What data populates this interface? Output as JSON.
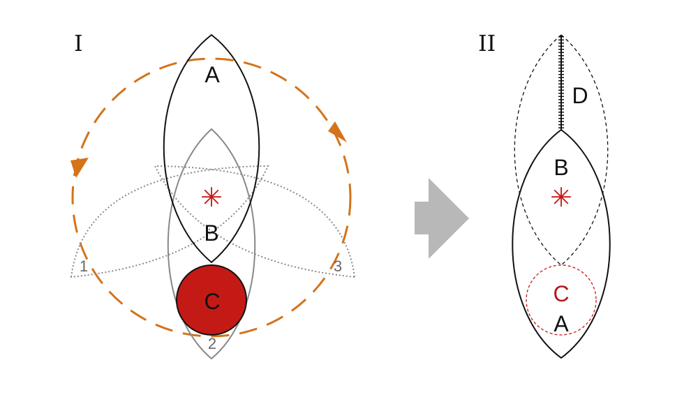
{
  "panel_left": {
    "title": "I",
    "labels": {
      "a": "A",
      "b": "B",
      "c": "C"
    },
    "position_numbers": [
      "1",
      "2",
      "3"
    ],
    "center_mark": "✳"
  },
  "panel_right": {
    "title": "II",
    "labels": {
      "d": "D",
      "b": "B",
      "c": "C",
      "a": "A"
    },
    "center_mark": "✳"
  },
  "colors": {
    "orange_arrow": "#d4731a",
    "red": "#c41a16",
    "gray_arrow": "#b8b8b8",
    "outline": "#111111",
    "gray_outline": "#888888"
  },
  "icons": {
    "rotation": "circular-arrow-icon",
    "transition": "right-arrow-icon",
    "center": "asterisk-icon"
  }
}
